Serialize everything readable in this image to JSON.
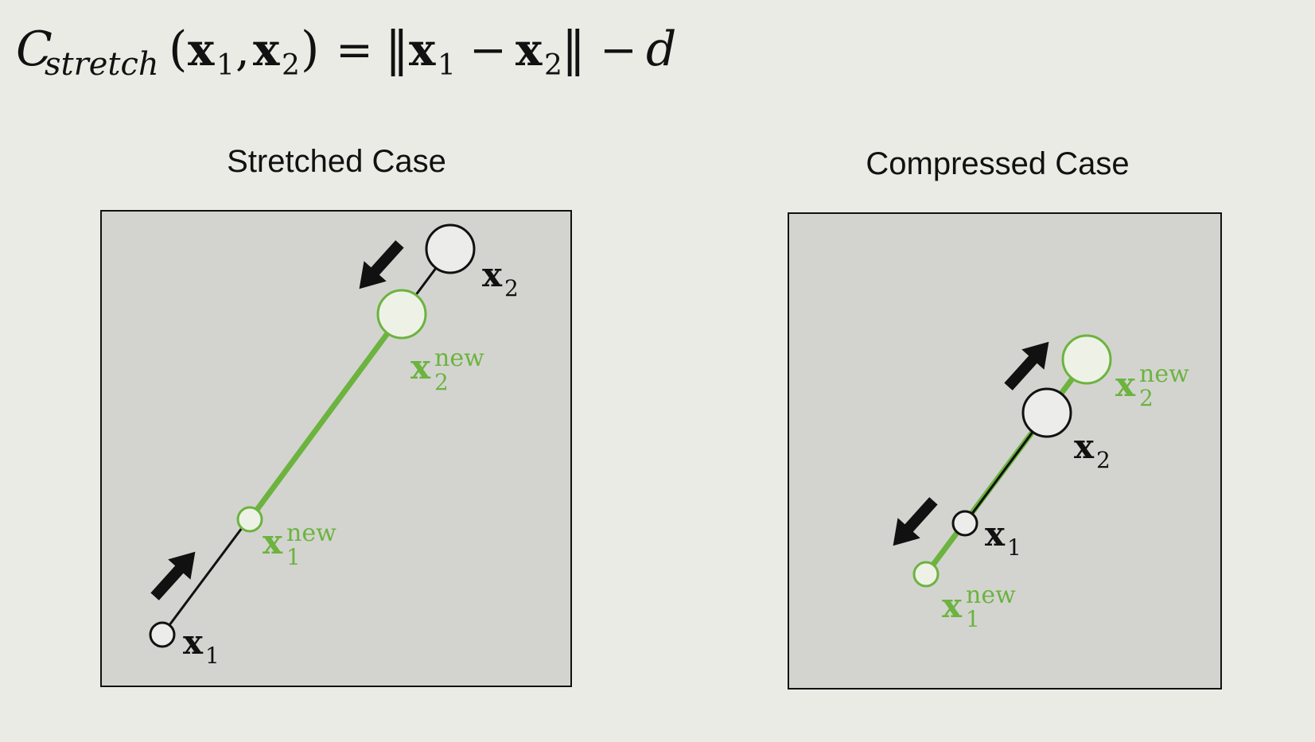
{
  "formula": {
    "lhs_symbol": "C",
    "lhs_subscript": "stretch",
    "lhs_args_open": "(",
    "arg1": "x",
    "arg1_sub": "1",
    "comma": ",",
    "arg2": "x",
    "arg2_sub": "2",
    "lhs_args_close": ")",
    "equals": "=",
    "norm_open": "‖",
    "rhs_x1": "x",
    "rhs_x1_sub": "1",
    "minus": "−",
    "rhs_x2": "x",
    "rhs_x2_sub": "2",
    "norm_close": "‖",
    "minus2": "−",
    "rest_length": "d"
  },
  "panels": {
    "stretched": {
      "title": "Stretched Case",
      "x1": {
        "base": "x",
        "sub": "1"
      },
      "x2": {
        "base": "x",
        "sub": "2"
      },
      "x1_new": {
        "base": "x",
        "sub": "1",
        "sup": "new"
      },
      "x2_new": {
        "base": "x",
        "sub": "2",
        "sup": "new"
      }
    },
    "compressed": {
      "title": "Compressed Case",
      "x1": {
        "base": "x",
        "sub": "1"
      },
      "x2": {
        "base": "x",
        "sub": "2"
      },
      "x1_new": {
        "base": "x",
        "sub": "1",
        "sup": "new"
      },
      "x2_new": {
        "base": "x",
        "sub": "2",
        "sup": "new"
      }
    }
  },
  "colors": {
    "background": "#ebebe6",
    "panel_fill": "#d3d4cf",
    "panel_border": "#111111",
    "green": "#6cb33f",
    "node_fill": "#ececea",
    "new_node_fill": "#eef2e6",
    "arrow": "#111111",
    "text": "#111111"
  }
}
